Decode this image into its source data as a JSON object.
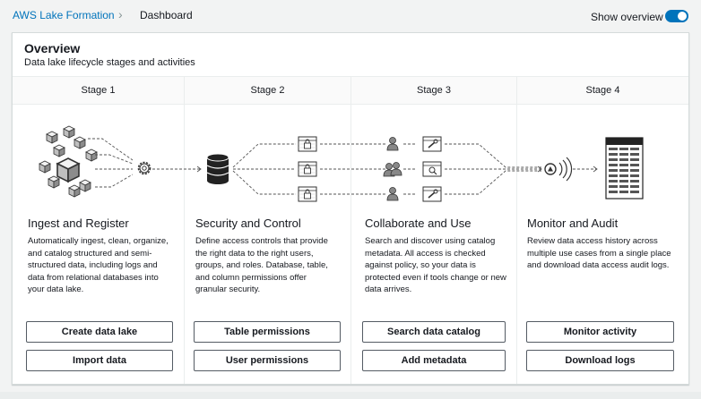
{
  "breadcrumb": {
    "root": "AWS Lake Formation",
    "separator": "›",
    "current": "Dashboard"
  },
  "overview_toggle": {
    "label": "Show overview",
    "on": true
  },
  "overview": {
    "title": "Overview",
    "subtitle": "Data lake lifecycle stages and activities"
  },
  "stages": [
    {
      "stage": "Stage 1",
      "title": "Ingest and Register",
      "description": "Automatically ingest, clean, organize, and catalog structured and semi-structured data, including logs and data from relational databases into your data lake.",
      "buttons": [
        "Create data lake",
        "Import data"
      ]
    },
    {
      "stage": "Stage 2",
      "title": "Security and Control",
      "description": "Define access controls that provide the right data to the right users, groups, and roles. Database, table, and column permissions offer granular security.",
      "buttons": [
        "Table permissions",
        "User permissions"
      ]
    },
    {
      "stage": "Stage 3",
      "title": "Collaborate and Use",
      "description": "Search and discover using catalog metadata. All access is checked against policy, so your data is protected even if tools change or new data arrives.",
      "buttons": [
        "Search data catalog",
        "Add metadata"
      ]
    },
    {
      "stage": "Stage 4",
      "title": "Monitor and Audit",
      "description": "Review data access history across multiple use cases from a single place and download data access audit logs.",
      "buttons": [
        "Monitor activity",
        "Download logs"
      ]
    }
  ],
  "colors": {
    "link": "#0073bb",
    "toggle_on": "#0073bb",
    "border": "#d5dbdb",
    "text": "#16191f"
  },
  "diagram_icons": [
    "cube-cluster-icon",
    "gear-icon",
    "database-icon",
    "lock-table-icon",
    "user-icon",
    "users-icon",
    "wrench-table-icon",
    "search-table-icon",
    "broadcast-icon",
    "audit-log-icon"
  ]
}
